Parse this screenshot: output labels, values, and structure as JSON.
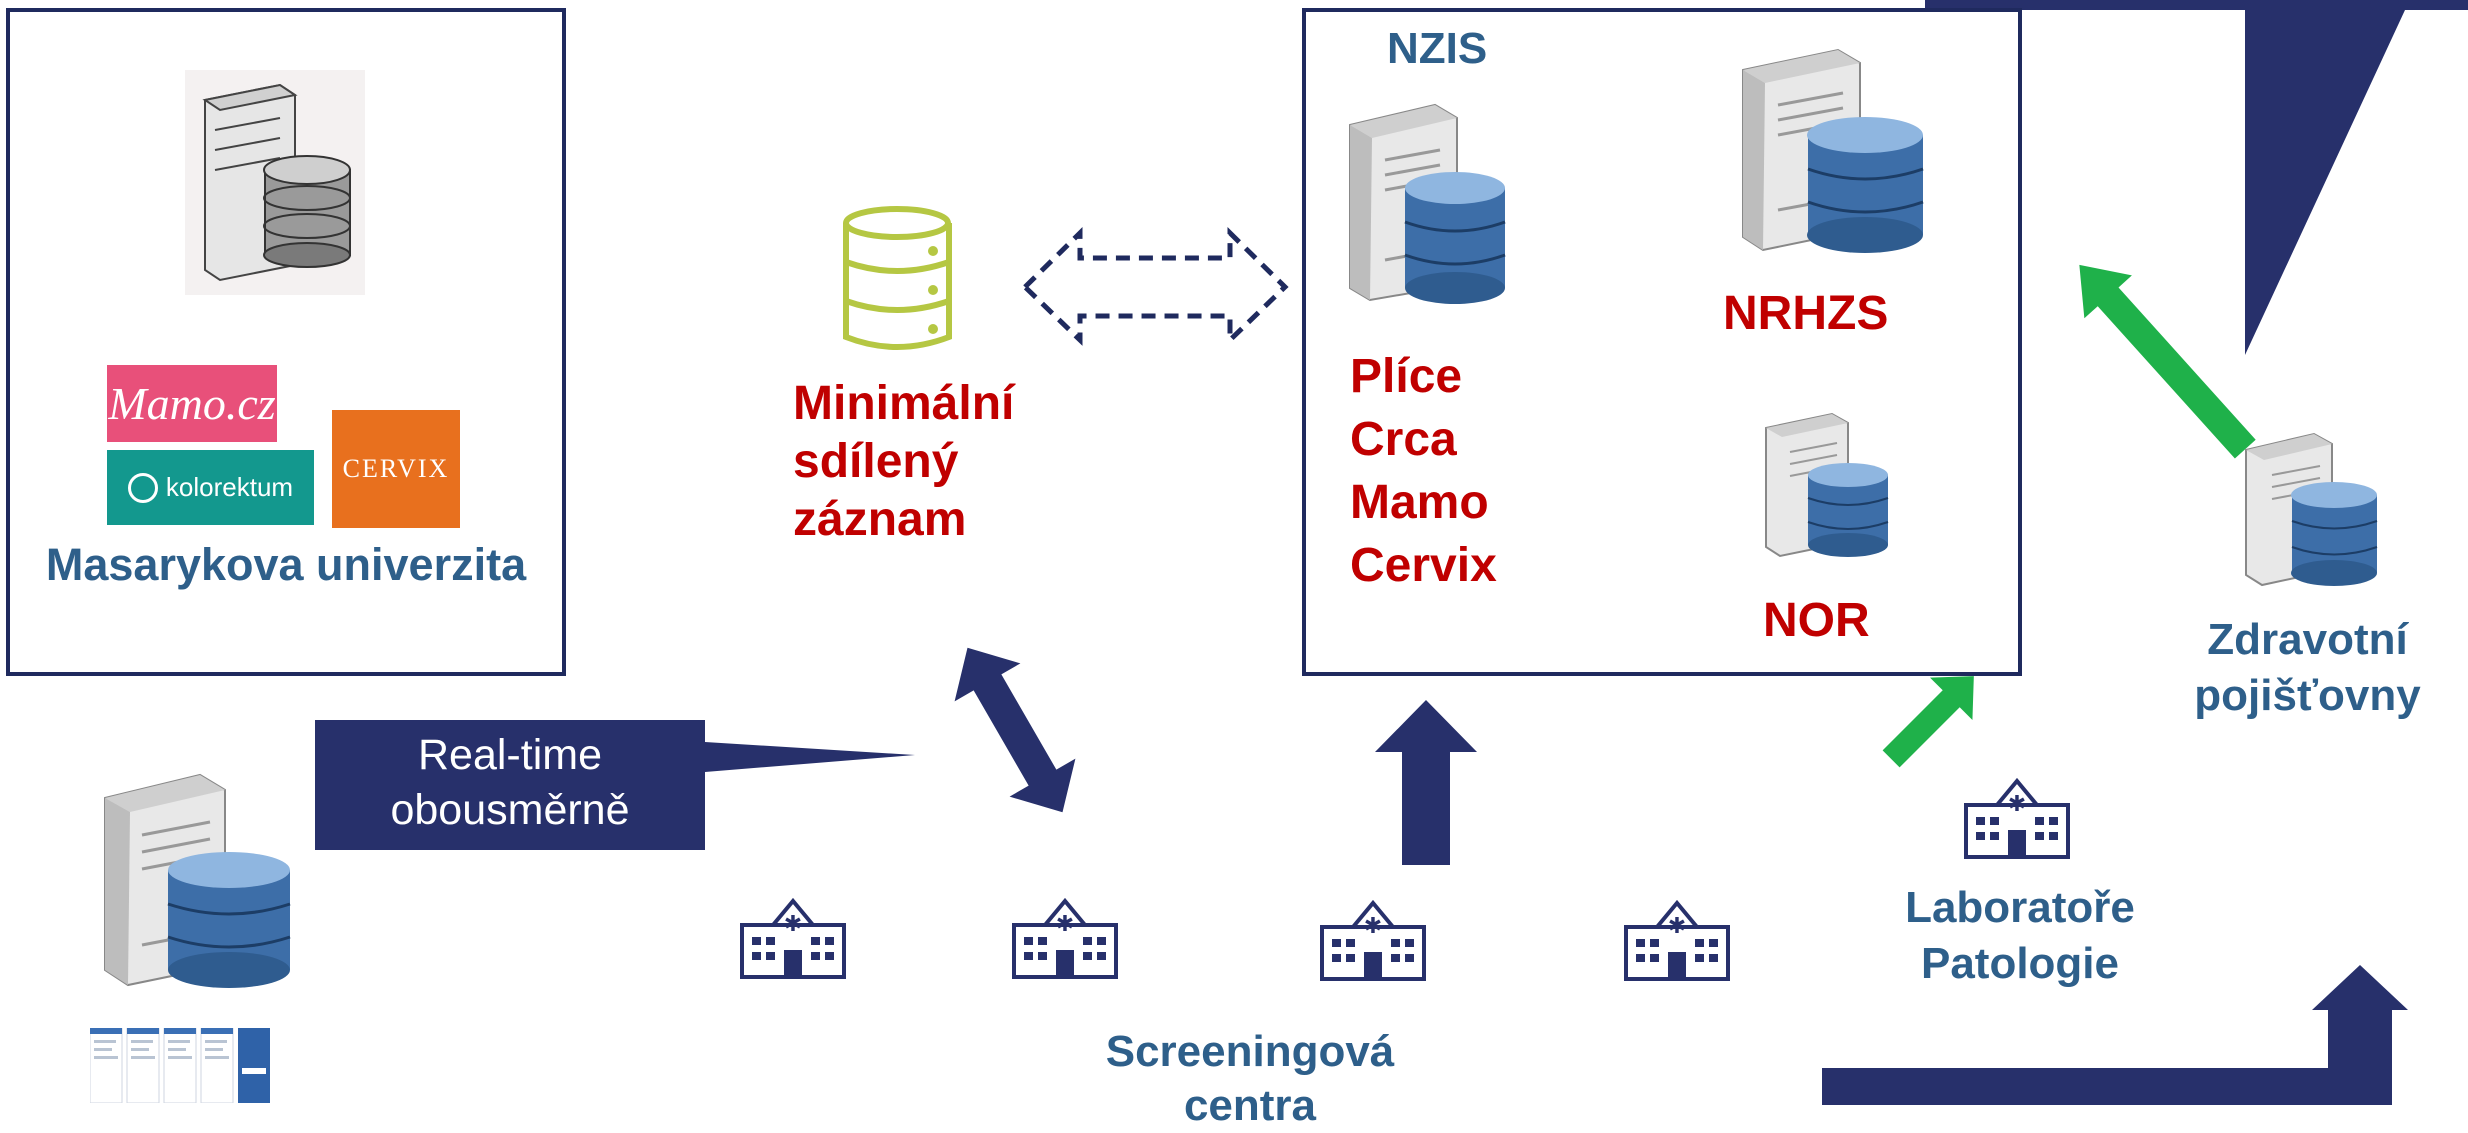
{
  "university": {
    "label": "Masarykova univerzita",
    "logos": {
      "mamo": "Mamo.cz",
      "kolorektum": "kolorektum",
      "cervix": "CERVIX"
    }
  },
  "minimal_record": {
    "lines": [
      "Minimální",
      "sdílený",
      "záznam"
    ]
  },
  "nzis": {
    "title": "NZIS",
    "registers": [
      "Plíce",
      "Crca",
      "Mamo",
      "Cervix"
    ],
    "nrhzs": "NRHZS",
    "nor": "NOR"
  },
  "insurers": {
    "lines": [
      "Zdravotní",
      "pojišťovny"
    ]
  },
  "realtime": {
    "lines": [
      "Real-time",
      "obousměrně"
    ]
  },
  "laboratories": {
    "lines": [
      "Laboratoře",
      "Patologie"
    ]
  },
  "screening": {
    "lines": [
      "Screeningová",
      "centra"
    ]
  },
  "colors": {
    "navy": "#27306b",
    "green": "#1fb14a",
    "label_blue": "#2e5f8a",
    "label_red": "#c00000",
    "db_olive": "#b5c743",
    "mamo_pink": "#e8507a",
    "kolorektum_teal": "#13988e",
    "cervix_orange": "#e8701e"
  },
  "icons": [
    "server-database-icon",
    "hospital-icon",
    "database-icon",
    "bidirectional-arrow-icon"
  ]
}
